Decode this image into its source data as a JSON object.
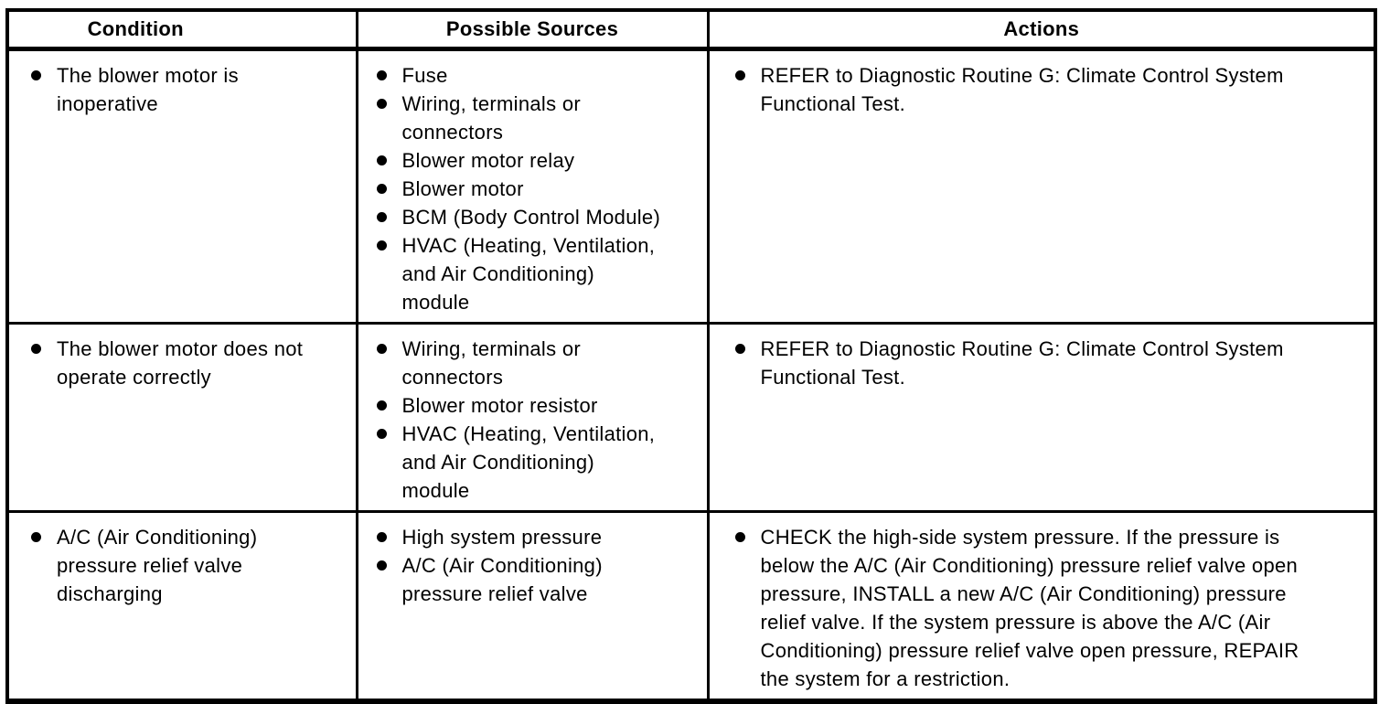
{
  "page": {
    "background": "#ffffff"
  },
  "colors": {
    "text": "#000000",
    "border": "#000000",
    "background": "#ffffff"
  },
  "table": {
    "headers": [
      "Condition",
      "Possible Sources",
      "Actions"
    ],
    "rows": [
      {
        "condition": [
          "The blower motor is inoperative"
        ],
        "possible_sources": [
          "Fuse",
          "Wiring, terminals or connectors",
          "Blower motor relay",
          "Blower motor",
          "BCM (Body Control Module)",
          "HVAC (Heating, Ventilation, and Air Conditioning) module"
        ],
        "actions": [
          "REFER to Diagnostic Routine G: Climate Control System Functional Test."
        ]
      },
      {
        "condition": [
          "The blower motor does not operate correctly"
        ],
        "possible_sources": [
          "Wiring, terminals or connectors",
          "Blower motor resistor",
          "HVAC (Heating, Ventilation, and Air Conditioning) module"
        ],
        "actions": [
          "REFER to Diagnostic Routine G: Climate Control System Functional Test."
        ]
      },
      {
        "condition": [
          "A/C (Air Conditioning) pressure relief valve discharging"
        ],
        "possible_sources": [
          "High system pressure",
          "A/C (Air Conditioning) pressure relief valve"
        ],
        "actions": [
          "CHECK the high-side system pressure. If the pressure is below the A/C (Air Conditioning) pressure relief valve open pressure, INSTALL a new A/C (Air Conditioning) pressure relief valve. If the system pressure is above the A/C (Air Conditioning) pressure relief valve open pressure, REPAIR the system for a restriction."
        ]
      }
    ]
  }
}
